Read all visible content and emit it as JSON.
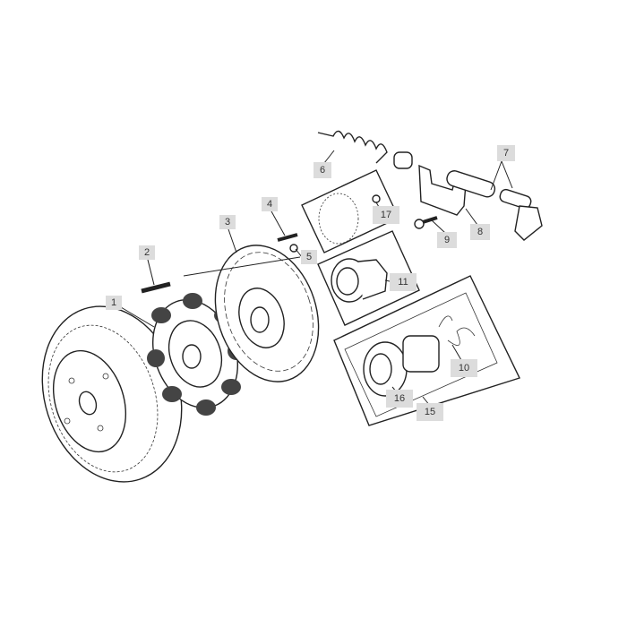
{
  "diagram": {
    "type": "exploded parts diagram",
    "callouts": [
      {
        "id": "1",
        "label": "1"
      },
      {
        "id": "2",
        "label": "2"
      },
      {
        "id": "3",
        "label": "3"
      },
      {
        "id": "4",
        "label": "4"
      },
      {
        "id": "5",
        "label": "5"
      },
      {
        "id": "6",
        "label": "6"
      },
      {
        "id": "7",
        "label": "7"
      },
      {
        "id": "8",
        "label": "8"
      },
      {
        "id": "9",
        "label": "9"
      },
      {
        "id": "10",
        "label": "10"
      },
      {
        "id": "11",
        "label": "11"
      },
      {
        "id": "15",
        "label": "15"
      },
      {
        "id": "16",
        "label": "16"
      },
      {
        "id": "17",
        "label": "17"
      }
    ]
  }
}
